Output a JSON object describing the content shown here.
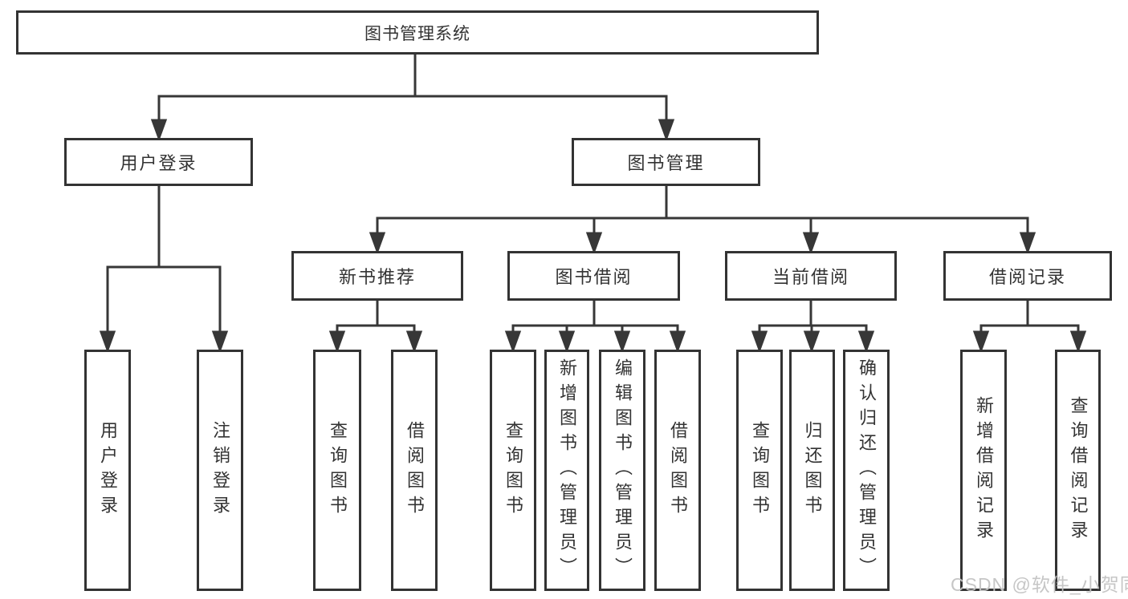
{
  "tree": {
    "root": {
      "label": "图书管理系统"
    },
    "branches": [
      {
        "label": "用户登录",
        "children": [
          "用户登录",
          "注销登录"
        ]
      },
      {
        "label": "图书管理",
        "groups": [
          {
            "label": "新书推荐",
            "children": [
              "查询图书",
              "借阅图书"
            ]
          },
          {
            "label": "图书借阅",
            "children": [
              "查询图书",
              "新增图书（管理员）",
              "编辑图书（管理员）",
              "借阅图书"
            ]
          },
          {
            "label": "当前借阅",
            "children": [
              "查询图书",
              "归还图书",
              "确认归还（管理员）"
            ]
          },
          {
            "label": "借阅记录",
            "children": [
              "新增借阅记录",
              "查询借阅记录"
            ]
          }
        ]
      }
    ]
  },
  "watermark": {
    "text": "CSDN @软件_小贺同学"
  },
  "colors": {
    "line": "#373737",
    "box_border": "#333333",
    "text": "#333333",
    "watermark": "#c3c3c3",
    "background": "#ffffff"
  }
}
